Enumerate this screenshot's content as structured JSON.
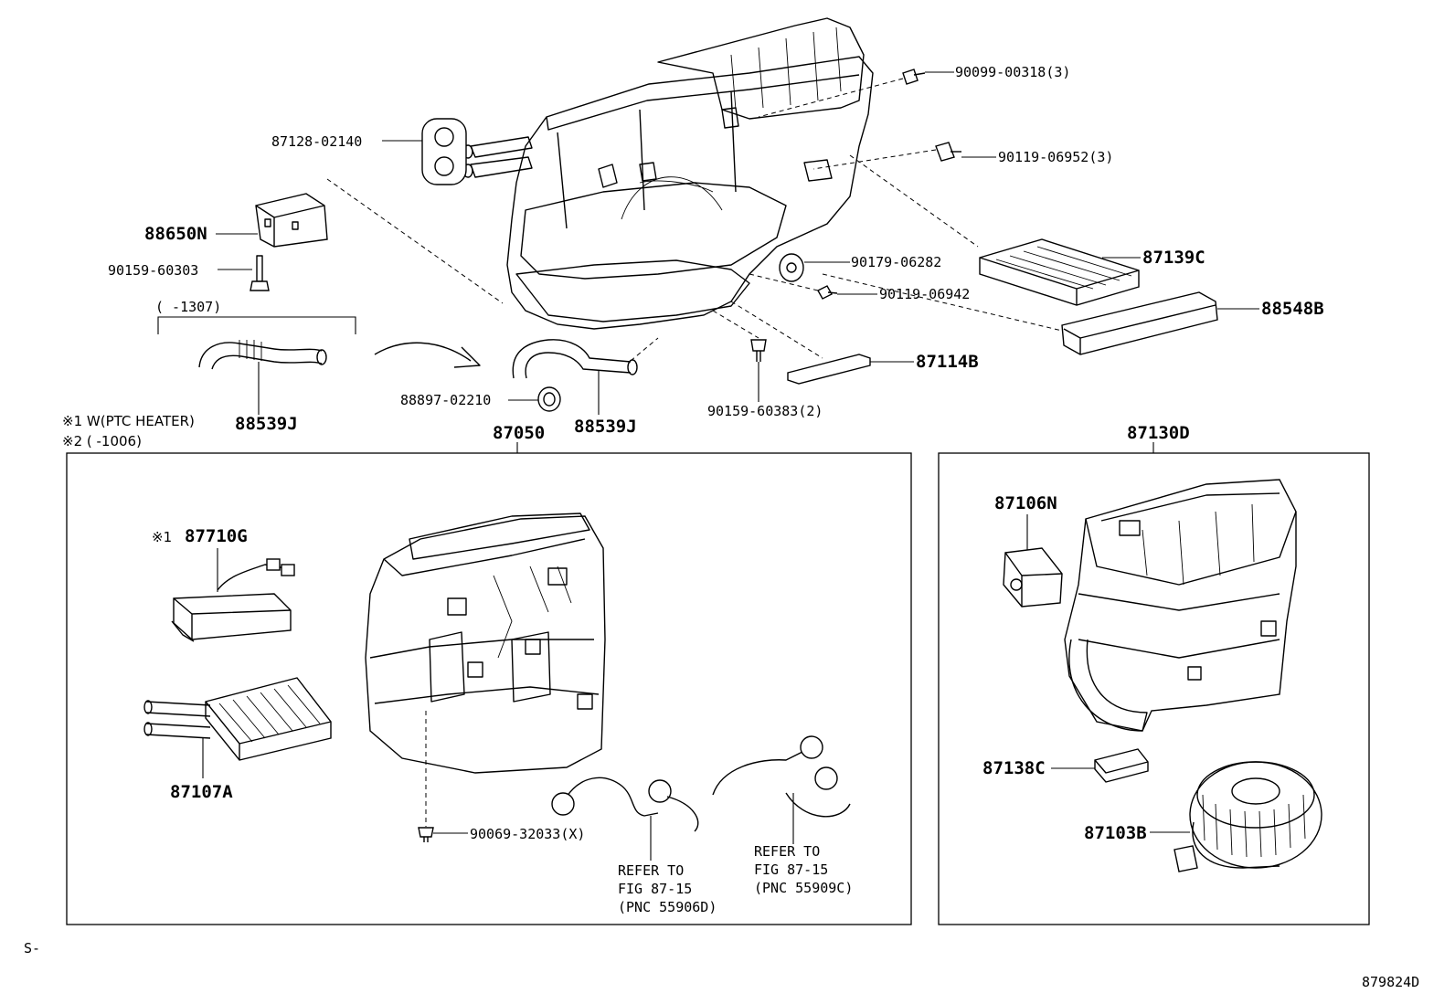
{
  "labels": {
    "p87128": "87128-02140",
    "p88650N": "88650N",
    "p90159_60303": "90159-60303",
    "p1307": "(     -1307)",
    "p88539J_a": "88539J",
    "p88897": "88897-02210",
    "p88539J_b": "88539J",
    "p90099": "90099-00318(3)",
    "p90119_06952": "90119-06952(3)",
    "p90179": "90179-06282",
    "p90119_06942": "90119-06942",
    "p87139C": "87139C",
    "p88548B": "88548B",
    "p87114B": "87114B",
    "p90159_60383": "90159-60383(2)",
    "p87050": "87050",
    "p87130D": "87130D",
    "p87710G_mark": "※1",
    "p87710G": "87710G",
    "p87107A": "87107A",
    "p90069": "90069-32033(X)",
    "p87106N": "87106N",
    "p87138C": "87138C",
    "p87103B": "87103B"
  },
  "notes": {
    "note1": "※1 W(PTC HEATER)",
    "note2": "※2 (     -1006)"
  },
  "refer1": {
    "line1": "REFER TO",
    "line2": "FIG 87-15",
    "line3": "(PNC 55906D)"
  },
  "refer2": {
    "line1": "REFER TO",
    "line2": "FIG 87-15",
    "line3": "(PNC 55909C)"
  },
  "footer": {
    "left": "S-",
    "right": "879824D"
  }
}
